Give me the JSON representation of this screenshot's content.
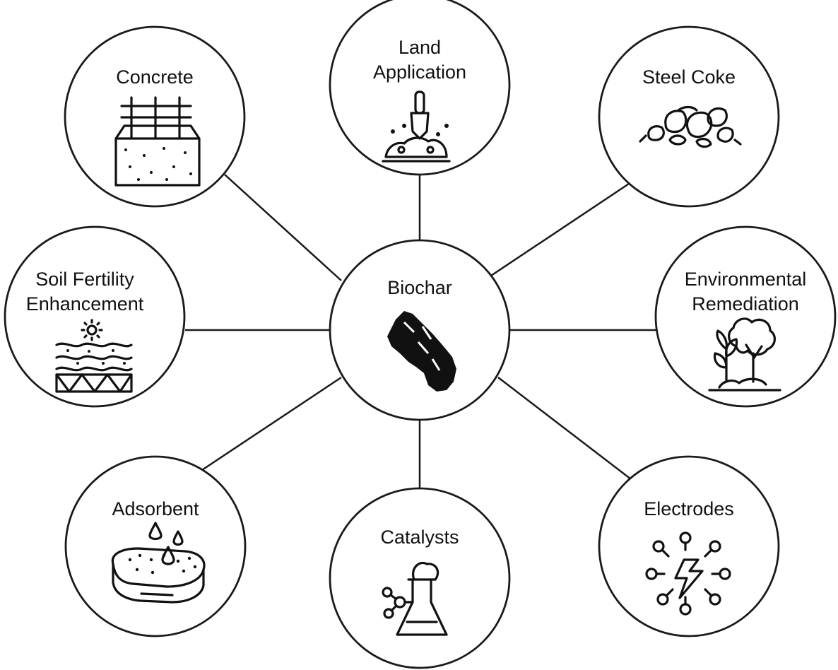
{
  "center": {
    "label": "Biochar",
    "icon": "biochar-chunk-icon"
  },
  "nodes": [
    {
      "id": "land-application",
      "lines": [
        "Land",
        "Application"
      ],
      "icon": "shovel-soil-icon"
    },
    {
      "id": "steel-coke",
      "lines": [
        "Steel Coke"
      ],
      "icon": "coke-stones-icon"
    },
    {
      "id": "environmental-remediation",
      "lines": [
        "Environmental",
        "Remediation"
      ],
      "icon": "tree-plant-icon"
    },
    {
      "id": "electrodes",
      "lines": [
        "Electrodes"
      ],
      "icon": "lightning-electrode-icon"
    },
    {
      "id": "catalysts",
      "lines": [
        "Catalysts"
      ],
      "icon": "flask-molecule-icon"
    },
    {
      "id": "adsorbent",
      "lines": [
        "Adsorbent"
      ],
      "icon": "sponge-droplets-icon"
    },
    {
      "id": "soil-fertility-enhancement",
      "lines": [
        "Soil Fertility",
        "Enhancement"
      ],
      "icon": "soil-layers-icon"
    },
    {
      "id": "concrete",
      "lines": [
        "Concrete"
      ],
      "icon": "concrete-block-icon"
    }
  ],
  "colors": {
    "stroke": "#1a1a1a",
    "fill": "#ffffff",
    "text": "#111111"
  }
}
